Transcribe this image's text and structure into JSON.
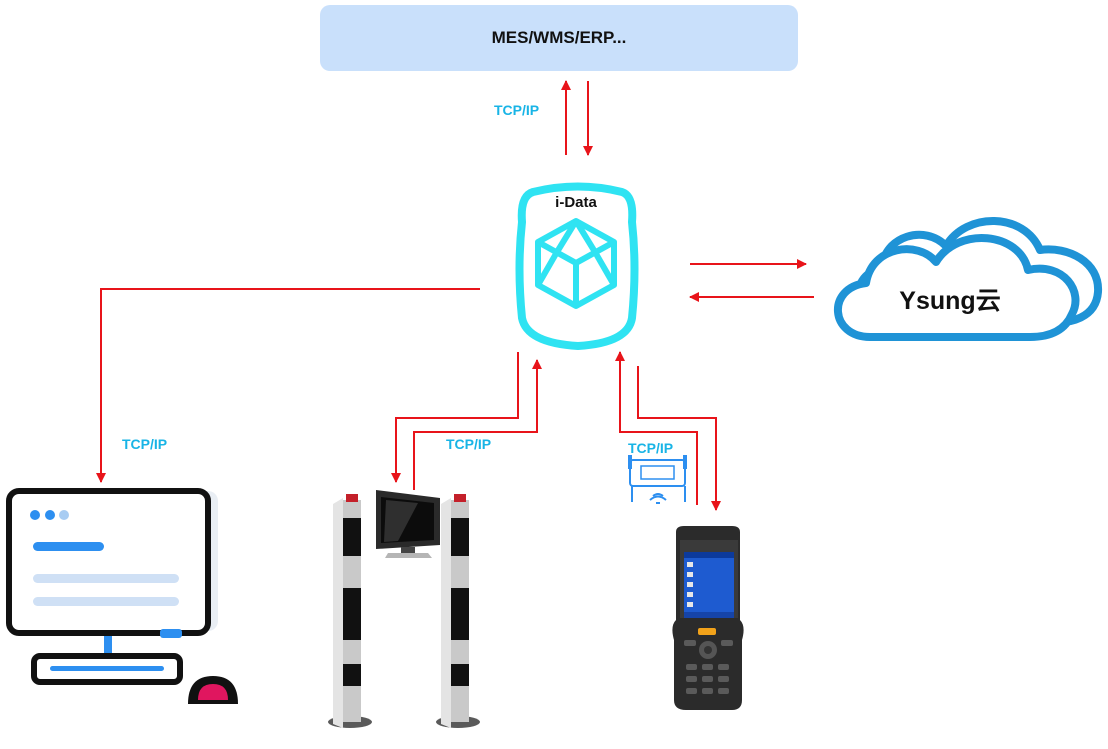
{
  "diagram": {
    "top_system": {
      "label": "MES/WMS/ERP..."
    },
    "hub": {
      "label": "i-Data"
    },
    "cloud": {
      "label": "Ysung云"
    },
    "protocols": {
      "top_link": "TCP/IP",
      "pc_link": "TCP/IP",
      "gate_link": "TCP/IP",
      "handheld_link": "TCP/IP"
    },
    "nodes": [
      "desktop-computer",
      "rfid-gate-with-monitor",
      "rfid-reader",
      "handheld-terminal"
    ],
    "colors": {
      "arrow": "#e8141a",
      "hub_outline": "#2fe3f2",
      "cloud_outline": "#1f93d6",
      "top_box_fill": "#c9e0fb",
      "protocol_text": "#18b4e6",
      "monitor_frame": "#111111",
      "accent_blue": "#2d8ff0",
      "mouse_accent": "#e0165f"
    }
  }
}
